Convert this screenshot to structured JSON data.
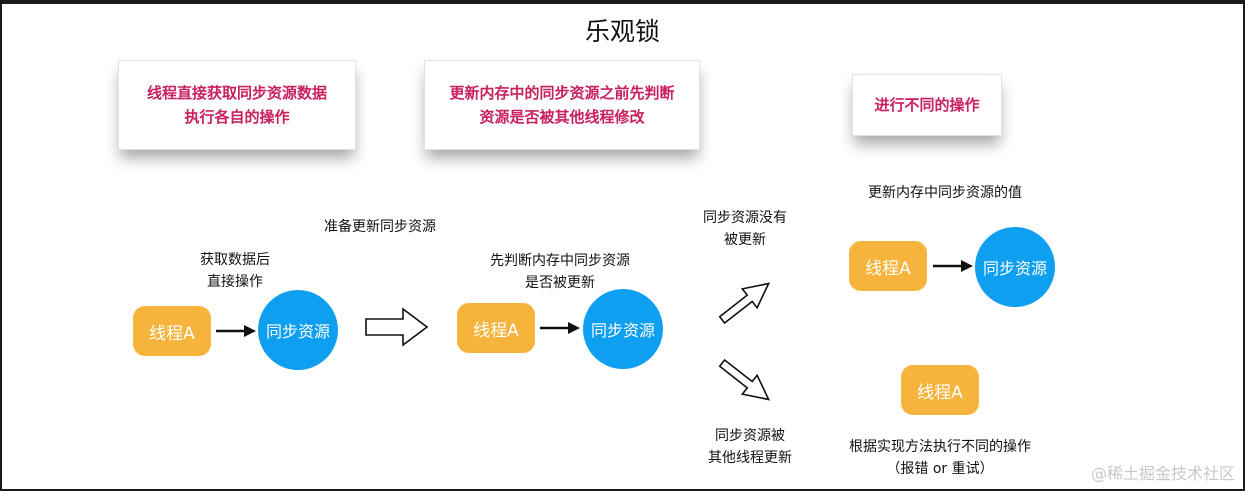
{
  "title": "乐观锁",
  "notes": [
    {
      "lines": [
        "线程直接获取同步资源数据",
        "执行各自的操作"
      ]
    },
    {
      "lines": [
        "更新内存中的同步资源之前先判断",
        "资源是否被其他线程修改"
      ]
    },
    {
      "lines": [
        "进行不同的操作"
      ]
    }
  ],
  "labels": {
    "direct": [
      "获取数据后",
      "直接操作"
    ],
    "prepare": [
      "准备更新同步资源"
    ],
    "check": [
      "先判断内存中同步资源",
      "是否被更新"
    ],
    "not_updated": [
      "同步资源没有",
      "被更新"
    ],
    "update_value": [
      "更新内存中同步资源的值"
    ],
    "updated": [
      "同步资源被",
      "其他线程更新"
    ],
    "by_method": [
      "根据实现方法执行不同的操作",
      "（报错 or 重试）"
    ]
  },
  "nodes": {
    "thread_label": "线程A",
    "resource_label": "同步资源"
  },
  "colors": {
    "thread": "#f6b43c",
    "resource": "#0f9ff0",
    "note_text": "#c9215f"
  },
  "watermark": "@稀土掘金技术社区"
}
